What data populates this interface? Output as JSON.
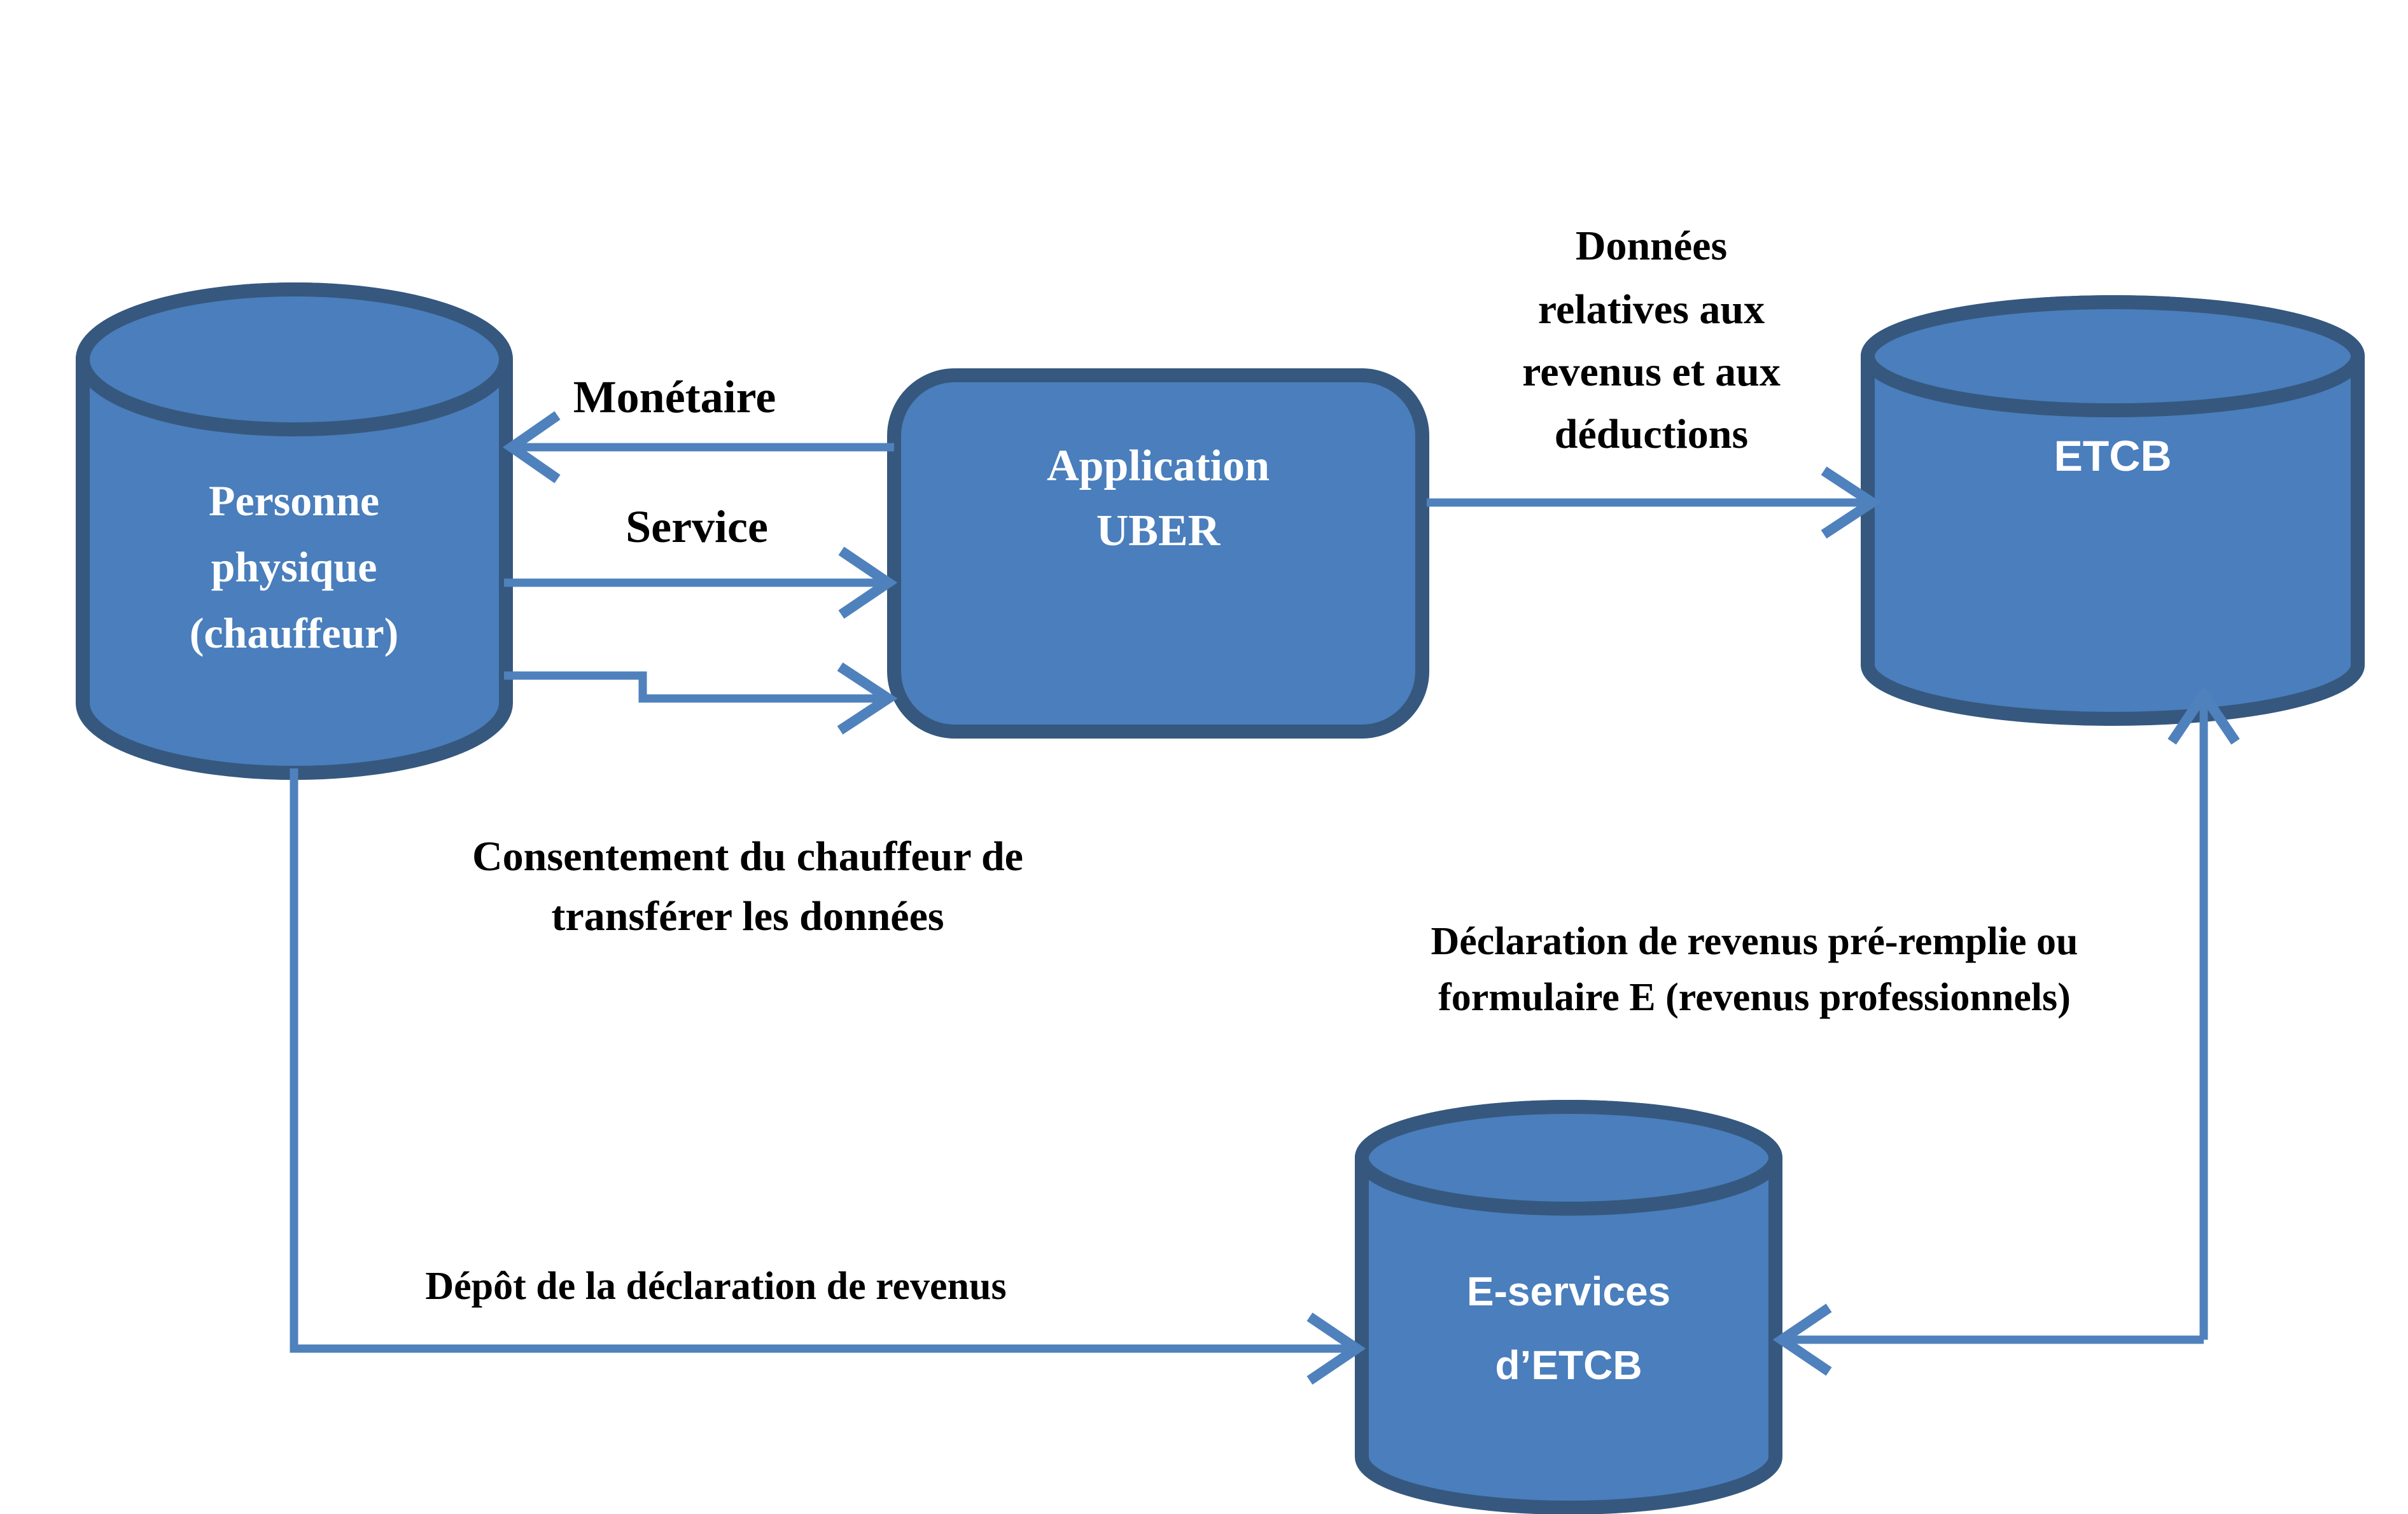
{
  "diagram": {
    "colors": {
      "shape_fill": "#4a7ebc",
      "shape_border": "#36587f",
      "arrow": "#4f81bd",
      "label_text": "#000000",
      "shape_text": "#ffffff",
      "background": "#ffffff"
    },
    "nodes": {
      "personne": {
        "shape": "cylinder",
        "lines": [
          "Personne",
          "physique",
          "(chauffeur)"
        ]
      },
      "application_uber": {
        "shape": "rounded-rectangle",
        "lines": [
          "Application",
          "UBER"
        ]
      },
      "etcb": {
        "shape": "cylinder",
        "lines": [
          "ETCB"
        ]
      },
      "eservices_etcb": {
        "shape": "cylinder",
        "lines": [
          "E-services",
          "d’ETCB"
        ]
      }
    },
    "edges": {
      "monetaire": {
        "label": "Monétaire",
        "from": "application_uber",
        "to": "personne",
        "direction": "left"
      },
      "service": {
        "label": "Service",
        "from": "personne",
        "to": "application_uber",
        "direction": "right"
      },
      "consentement": {
        "label_lines": [
          "Consentement du chauffeur de",
          "transférer les données"
        ],
        "from": "personne",
        "to": "application_uber",
        "direction": "right"
      },
      "donnees": {
        "label_lines": [
          "Données",
          "relatives aux",
          "revenus et aux",
          "déductions"
        ],
        "from": "application_uber",
        "to": "etcb",
        "direction": "right"
      },
      "depot": {
        "label": "Dépôt de la déclaration de revenus",
        "from": "personne",
        "to": "eservices_etcb",
        "direction": "right"
      },
      "declaration": {
        "label_lines": [
          "Déclaration de revenus pré-remplie ou",
          "formulaire E (revenus professionnels)"
        ],
        "from": "etcb",
        "to": "eservices_etcb",
        "direction": "left"
      },
      "eservices_vers_etcb": {
        "from": "eservices_etcb",
        "to": "etcb",
        "direction": "up"
      }
    }
  }
}
